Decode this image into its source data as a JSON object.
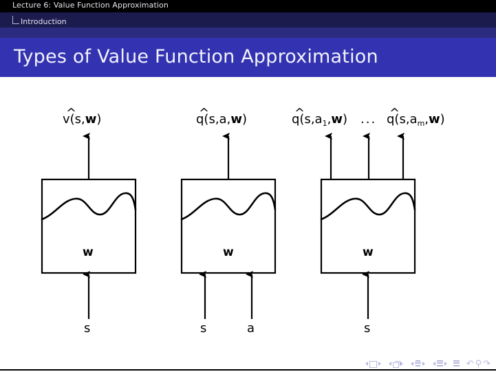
{
  "header": {
    "lecture_title": "Lecture 6:  Value Function Approximation",
    "subsection": "Introduction",
    "corner_icon": "tree-corner-icon"
  },
  "title_bar": {
    "frame_title": "Types of Value Function Approximation"
  },
  "slide": {
    "diagrams": [
      {
        "id": "state-value-network",
        "output_labels": [
          "v̂(s,w)"
        ],
        "output_label_parts": [
          {
            "hat": "^",
            "base": "v",
            "rest_plain": "(s,",
            "rest_bold": "w",
            "tail": ")"
          }
        ],
        "box_label": "w",
        "input_labels": [
          "s"
        ]
      },
      {
        "id": "action-value-network",
        "output_labels": [
          "q̂(s,a,w)"
        ],
        "output_label_parts": [
          {
            "hat": "^",
            "base": "q",
            "rest_plain": "(s,a,",
            "rest_bold": "w",
            "tail": ")"
          }
        ],
        "box_label": "w",
        "input_labels": [
          "s",
          "a"
        ]
      },
      {
        "id": "action-out-network",
        "output_labels": [
          "q̂(s,a₁,w)",
          "q̂(s,aₘ,w)"
        ],
        "output_label_parts": [
          {
            "hat": "^",
            "base": "q",
            "rest_plain": "(s,a",
            "sub": "1",
            "rest_plain2": ",",
            "rest_bold": "w",
            "tail": ")"
          },
          {
            "hat": "^",
            "base": "q",
            "rest_plain": "(s,a",
            "sub": "m",
            "rest_plain2": ",",
            "rest_bold": "w",
            "tail": ")"
          }
        ],
        "ellipsis": "···",
        "box_label": "w",
        "input_labels": [
          "s"
        ]
      }
    ]
  },
  "footer": {
    "nav_items": [
      "prev-slide-arrow",
      "slide-glyph",
      "next-slide-arrow",
      "prev-frame-arrow",
      "frame-glyph",
      "next-frame-arrow",
      "prev-subsection-arrow",
      "subsection-glyph",
      "next-subsection-arrow",
      "prev-section-arrow",
      "section-glyph",
      "next-section-arrow",
      "presentation-glyph",
      "back-arrow-icon",
      "search-icon",
      "forward-arrow-icon"
    ]
  },
  "colors": {
    "header_black": "#000000",
    "header_navy": "#1b1b4e",
    "header_midnavy": "#2b2b80",
    "title_blue": "#3333b2",
    "text_white": "#f2f2fb",
    "nav_dim": "#b8b8dd",
    "ink": "#000000",
    "page": "#ffffff"
  }
}
